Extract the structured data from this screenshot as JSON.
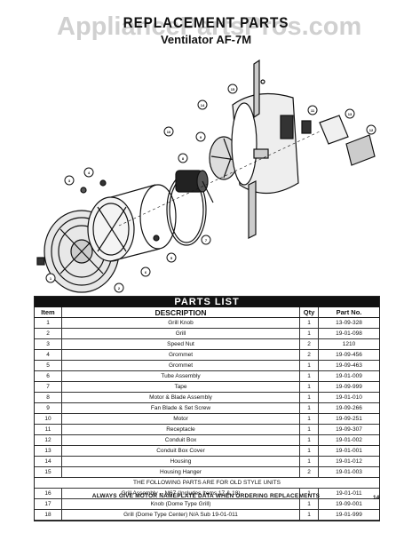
{
  "watermark": "AppliancePartsPros.com",
  "title": "REPLACEMENT PARTS",
  "subtitle": "Ventilator AF-7M",
  "parts_list": {
    "heading": "PARTS LIST",
    "columns": {
      "item": "Item",
      "description": "DESCRIPTION",
      "qty": "Qty",
      "part_no": "Part No."
    },
    "rows": [
      {
        "item": "1",
        "description": "Grill Knob",
        "qty": "1",
        "part_no": "13-09-328"
      },
      {
        "item": "2",
        "description": "Grill",
        "qty": "1",
        "part_no": "19-01-098"
      },
      {
        "item": "3",
        "description": "Speed Nut",
        "qty": "2",
        "part_no": "1210"
      },
      {
        "item": "4",
        "description": "Grommet",
        "qty": "2",
        "part_no": "19-09-456"
      },
      {
        "item": "5",
        "description": "Grommet",
        "qty": "1",
        "part_no": "19-09-463"
      },
      {
        "item": "6",
        "description": "Tube Assembly",
        "qty": "1",
        "part_no": "19-01-009"
      },
      {
        "item": "7",
        "description": "Tape",
        "qty": "1",
        "part_no": "19-09-999"
      },
      {
        "item": "8",
        "description": "Motor & Blade Assembly",
        "qty": "1",
        "part_no": "19-01-010"
      },
      {
        "item": "9",
        "description": "Fan Blade & Set Screw",
        "qty": "1",
        "part_no": "19-09-266"
      },
      {
        "item": "10",
        "description": "Motor",
        "qty": "1",
        "part_no": "19-09-251"
      },
      {
        "item": "11",
        "description": "Receptacle",
        "qty": "1",
        "part_no": "19-09-307"
      },
      {
        "item": "12",
        "description": "Conduit Box",
        "qty": "1",
        "part_no": "19-01-002"
      },
      {
        "item": "13",
        "description": "Conduit Box Cover",
        "qty": "1",
        "part_no": "19-01-001"
      },
      {
        "item": "14",
        "description": "Housing",
        "qty": "1",
        "part_no": "19-01-012"
      },
      {
        "item": "15",
        "description": "Housing Hanger",
        "qty": "2",
        "part_no": "19-01-003"
      }
    ],
    "old_style_note": "THE FOLLOWING PARTS ARE FOR OLD STYLE UNITS",
    "old_rows": [
      {
        "item": "16",
        "description": "Grill Assembly -- M67 (Includes Items 17 & 18)",
        "qty": "1",
        "part_no": "19-01-011"
      },
      {
        "item": "17",
        "description": "Knob (Dome Type Grill)",
        "qty": "1",
        "part_no": "19-09-001"
      },
      {
        "item": "18",
        "description": "Grill (Dome Type Center) N/A Sub 19-01-011",
        "qty": "1",
        "part_no": "19-01-999"
      }
    ]
  },
  "footer": "ALWAYS GIVE MOTOR NAMEPLATE DATA WHEN ORDERING REPLACEMENTS",
  "page_number": "14",
  "diagram": {
    "callouts": [
      "1",
      "2",
      "3",
      "4",
      "5",
      "6",
      "7",
      "8",
      "9",
      "10",
      "11",
      "12",
      "13",
      "14",
      "15"
    ]
  }
}
